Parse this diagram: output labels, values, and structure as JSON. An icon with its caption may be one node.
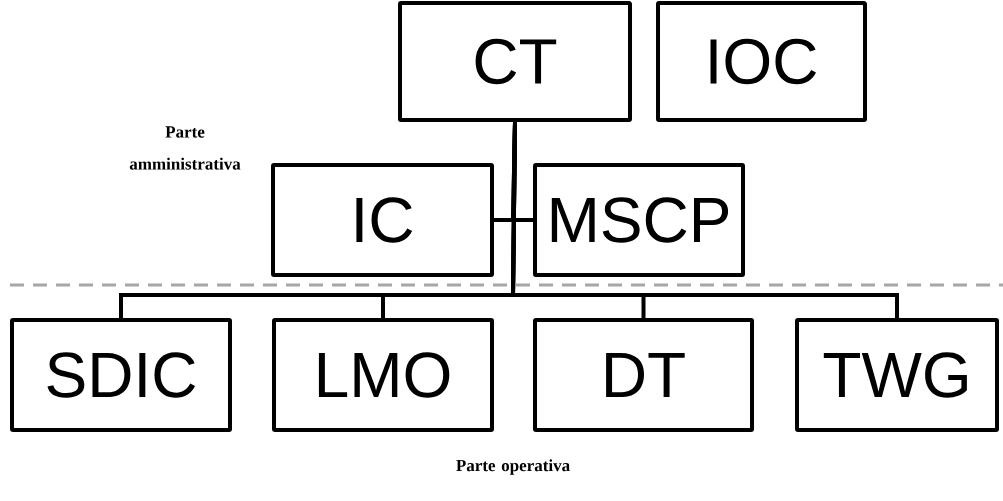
{
  "diagram": {
    "nodes": [
      {
        "text": [
          "CT"
        ]
      },
      {
        "text": [
          "IOC"
        ]
      },
      {
        "text": [
          "IC"
        ]
      },
      {
        "text": [
          "MSCP"
        ]
      },
      {
        "text": [
          "SDIC"
        ]
      },
      {
        "text": [
          "LMO"
        ]
      },
      {
        "text": [
          "DT"
        ]
      },
      {
        "text": [
          "TWG"
        ]
      }
    ],
    "edges": [
      {
        "from": 0,
        "to": 2,
        "arrow": "none"
      },
      {
        "from": 0,
        "to": 3,
        "arrow": "none"
      },
      {
        "from": 0,
        "to": 4,
        "arrow": "none"
      },
      {
        "from": 0,
        "to": 5,
        "arrow": "none"
      },
      {
        "from": 0,
        "to": 6,
        "arrow": "none"
      },
      {
        "from": 0,
        "to": 7,
        "arrow": "none"
      }
    ],
    "labels": [
      "Parte amministrativa",
      "Parte operativa"
    ]
  }
}
